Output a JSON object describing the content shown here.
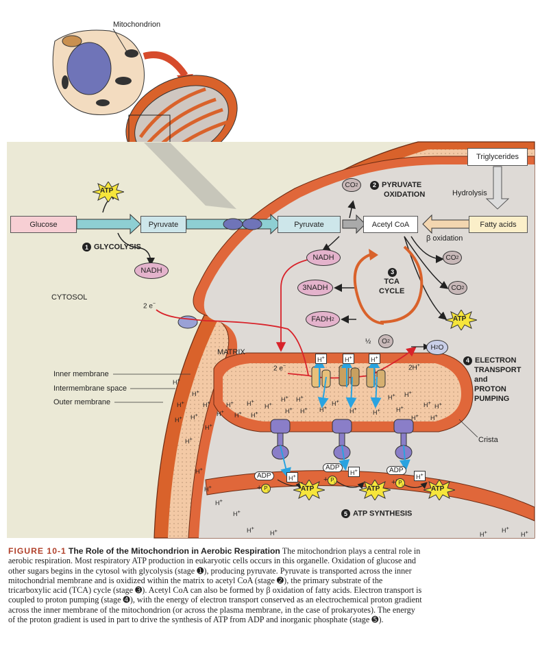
{
  "labels": {
    "mitochondrion": "Mitochondrion",
    "triglycerides": "Triglycerides",
    "hydrolysis": "Hydrolysis",
    "glucose": "Glucose",
    "pyruvate_cytosol": "Pyruvate",
    "pyruvate_matrix": "Pyruvate",
    "acetyl_coa": "Acetyl CoA",
    "fatty_acids": "Fatty acids",
    "beta_oxidation": "β oxidation",
    "glycolysis": "GLYCOLYSIS",
    "glycolysis_num": "1",
    "pyruvate_ox_num": "2",
    "pyruvate_ox_1": "PYRUVATE",
    "pyruvate_ox_2": "OXIDATION",
    "tca_num": "3",
    "tca_1": "TCA",
    "tca_2": "CYCLE",
    "et_num": "4",
    "et_1": "ELECTRON",
    "et_2": "TRANSPORT",
    "et_3": "and",
    "et_4": "PROTON",
    "et_5": "PUMPING",
    "atp_syn_num": "5",
    "atp_syn": "ATP SYNTHESIS",
    "cytosol": "CYTOSOL",
    "matrix": "MATRIX",
    "inner_membrane": "Inner membrane",
    "intermembrane_space": "Intermembrane space",
    "outer_membrane": "Outer membrane",
    "crista": "Crista",
    "nadh_cyto": "NADH",
    "nadh_matrix": "NADH",
    "three_nadh": "3NADH",
    "fadh2": "FADH",
    "co2": "CO",
    "atp": "ATP",
    "adp": "ADP",
    "pi": "P",
    "half_o2": "½",
    "o2": "O",
    "h2o": "H",
    "two_h": "2H",
    "two_e": "2 e",
    "h_plus": "H"
  },
  "caption": {
    "figure_label": "FIGURE 10-1",
    "title": "The Role of the Mitochondrion in Aerobic Respiration",
    "body": "The mitochondrion plays a central role in aerobic respiration. Most respiratory ATP production in eukaryotic cells occurs in this organelle. Oxidation of glucose and other sugars begins in the cytosol with glycolysis (stage ➊), producing pyruvate. Pyruvate is transported across the inner mitochondrial membrane and is oxidized within the matrix to acetyl CoA (stage ➋), the primary substrate of the tricarboxylic acid (TCA) cycle (stage ➌). Acetyl CoA can also be formed by β oxidation of fatty acids. Electron transport is coupled to proton pumping (stage ➍), with the energy of electron transport conserved as an electrochemical proton gradient across the inner membrane of the mitochondrion (or across the plasma membrane, in the case of prokaryotes). The energy of the proton gradient is used in part to drive the synthesis of ATP from ADP and inorganic phosphate (stage ➎)."
  },
  "colors": {
    "cytosol_bg": "#ebe9d6",
    "outer_membrane": "#d9622b",
    "intermembrane": "#f3c9a5",
    "matrix": "#e0dcd8",
    "arrow_blue": "#8ecfd3",
    "atp_yellow": "#f6e53b",
    "nadh_pink": "#e4b3cc",
    "caption_red": "#b0402a"
  }
}
